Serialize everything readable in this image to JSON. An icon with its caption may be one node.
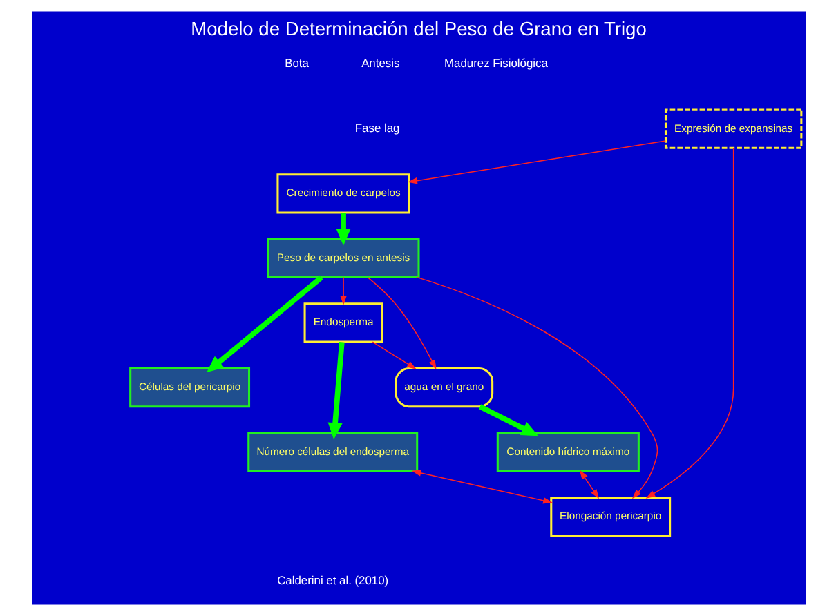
{
  "diagram": {
    "title": "Modelo de Determinación del Peso de Grano en Trigo",
    "nodes": [
      {
        "text": [
          "Crecimiento de carpelos"
        ]
      },
      {
        "text": [
          "Peso de carpelos en antesis"
        ]
      },
      {
        "text": [
          "Células del pericarpio"
        ]
      },
      {
        "text": [
          "Expresión de expansinas"
        ]
      },
      {
        "text": [
          "Elongación pericarpio"
        ]
      },
      {
        "text": [
          "Endosperma"
        ]
      },
      {
        "text": [
          "Número células del endosperma"
        ]
      },
      {
        "text": [
          "agua en el grano"
        ]
      },
      {
        "text": [
          "Contenido hídrico máximo"
        ]
      }
    ],
    "edges": [
      {
        "from": 0,
        "to": 1,
        "arrow": "to",
        "style": "thick",
        "color": "#00ff00"
      },
      {
        "from": 1,
        "to": 2,
        "arrow": "to",
        "style": "thick",
        "color": "#00ff00"
      },
      {
        "from": 3,
        "to": 0,
        "arrow": "to"
      },
      {
        "from": 1,
        "to": 4,
        "arrow": "to"
      },
      {
        "from": 1,
        "to": 5,
        "arrow": "to"
      },
      {
        "from": 1,
        "to": 7,
        "arrow": "to"
      },
      {
        "from": 3,
        "to": 4,
        "arrow": "to"
      },
      {
        "from": 5,
        "to": 6,
        "arrow": "to",
        "style": "thick",
        "color": "#00ff00"
      },
      {
        "from": 5,
        "to": 7,
        "arrow": "to"
      },
      {
        "from": 6,
        "to": 4,
        "arrow": "both"
      },
      {
        "from": 7,
        "to": 8,
        "arrow": "to",
        "style": "thick",
        "color": "#00ff00"
      },
      {
        "from": 8,
        "to": 4,
        "arrow": "both"
      }
    ],
    "labels": [
      "Bota",
      "Antesis",
      "Madurez Fisiológica",
      "Fase lag",
      "Calderini et al. (2010)"
    ]
  }
}
